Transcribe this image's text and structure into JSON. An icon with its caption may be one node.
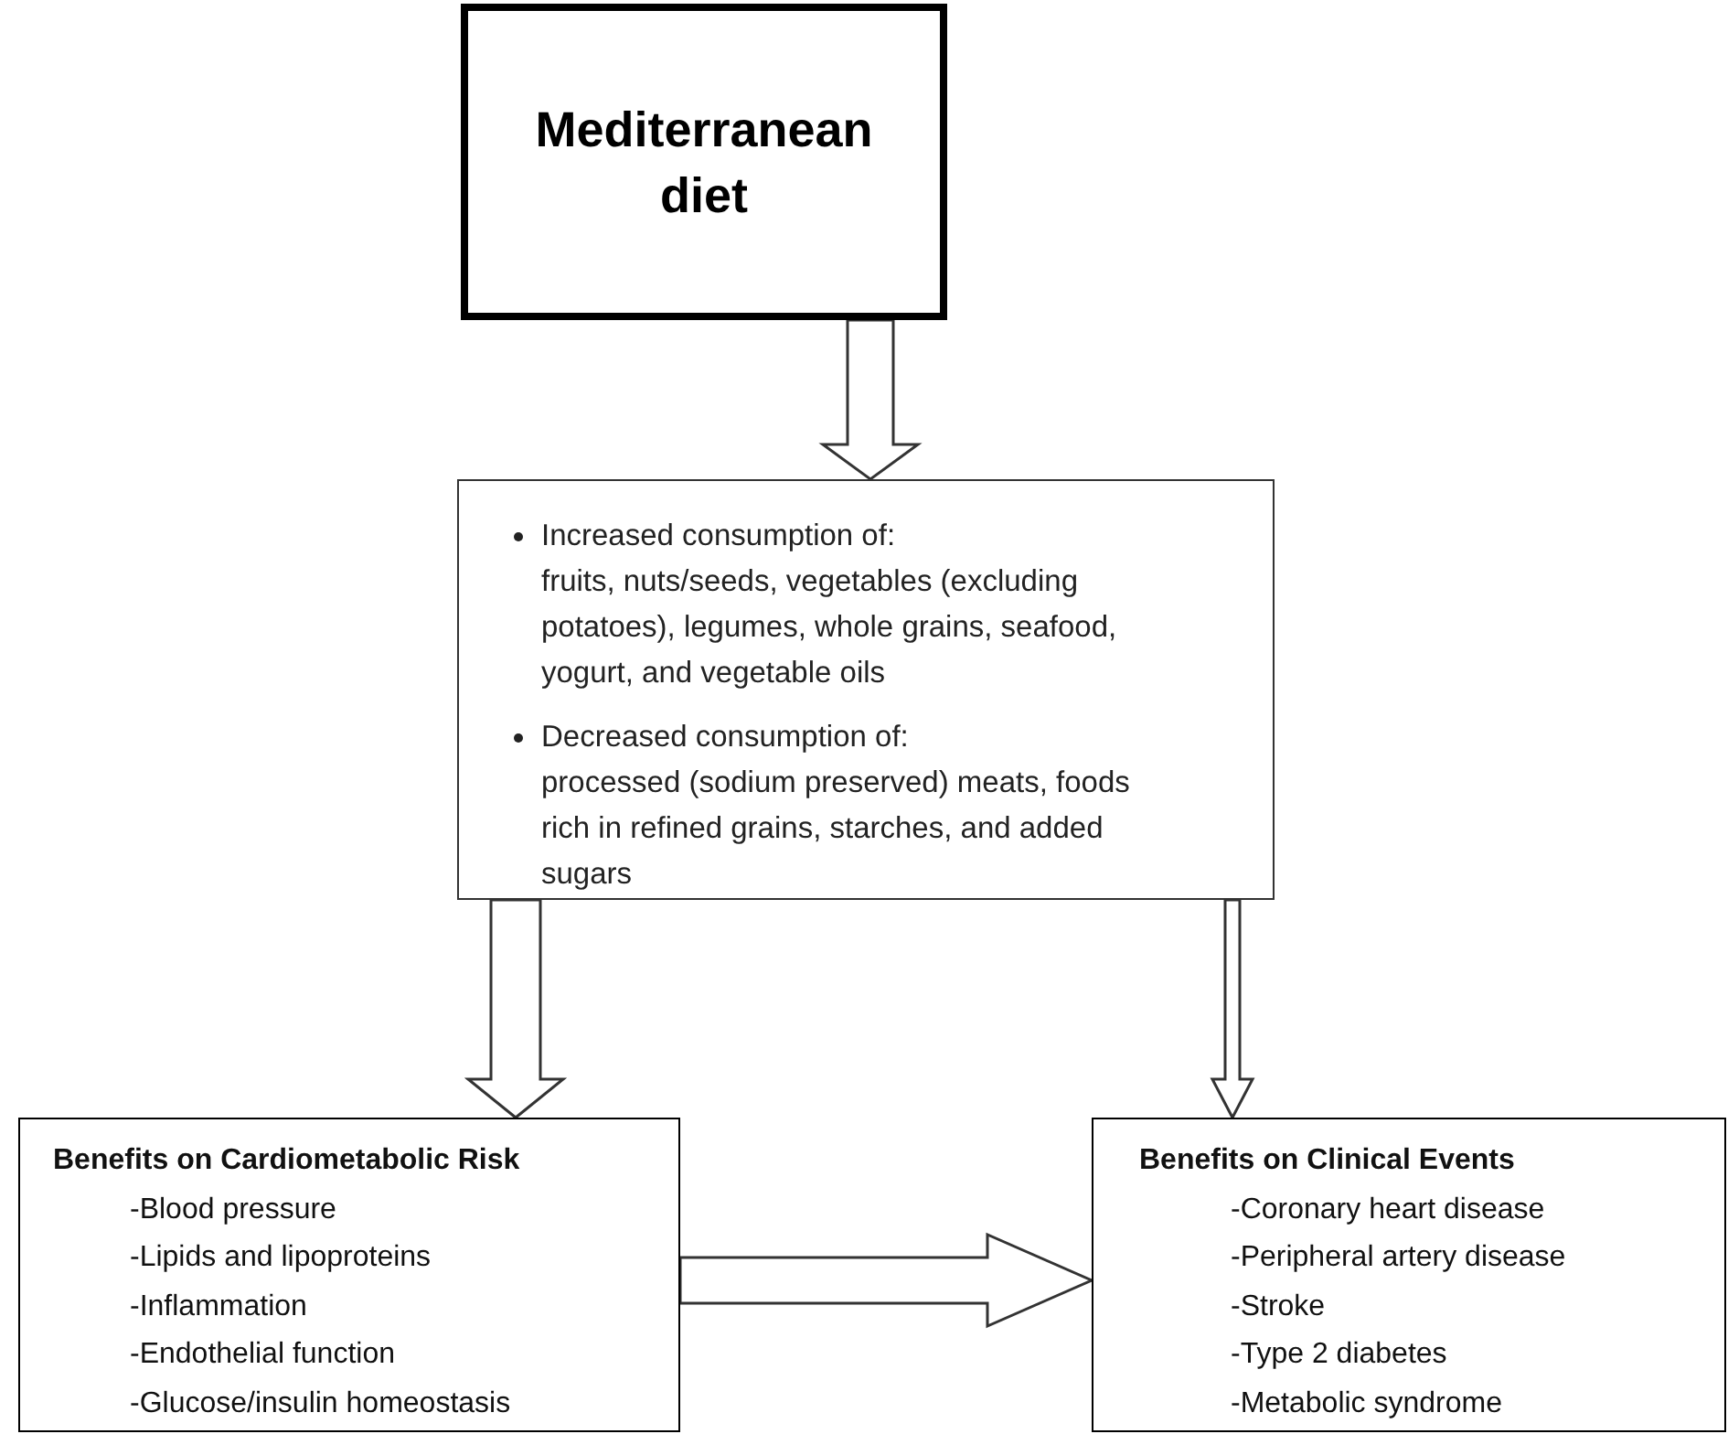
{
  "diagram": {
    "nodes": [
      {
        "text": [
          "Mediterranean diet"
        ]
      },
      {
        "text": [
          "Increased consumption of:",
          "fruits, nuts/seeds, vegetables (excluding potatoes), legumes, whole grains, seafood, yogurt, and vegetable oils",
          "Decreased consumption of:",
          "processed (sodium preserved) meats, foods rich in refined grains, starches, and added sugars"
        ]
      },
      {
        "text": [
          "Benefits on Cardiometabolic Risk",
          "-Blood pressure",
          "-Lipids and lipoproteins",
          "-Inflammation",
          "-Endothelial function",
          "-Glucose/insulin homeostasis"
        ]
      },
      {
        "text": [
          "Benefits on Clinical Events",
          "-Coronary heart disease",
          "-Peripheral artery disease",
          "-Stroke",
          "-Type 2 diabetes",
          "-Metabolic syndrome"
        ]
      }
    ],
    "edges": [
      {
        "from": 0,
        "to": 1,
        "arrow": "to"
      },
      {
        "from": 1,
        "to": 2,
        "arrow": "to"
      },
      {
        "from": 1,
        "to": 3,
        "arrow": "to"
      },
      {
        "from": 2,
        "to": 3,
        "arrow": "to"
      }
    ]
  }
}
